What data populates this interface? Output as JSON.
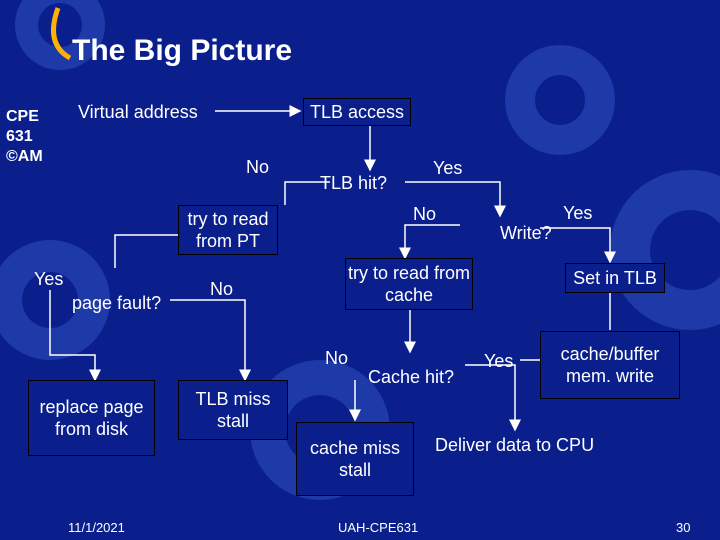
{
  "slide": {
    "title": "The Big Picture",
    "side_lines": [
      "CPE",
      "631",
      "©AM"
    ],
    "footer": {
      "date": "11/1/2021",
      "center": "UAH-CPE631",
      "page": "30"
    }
  },
  "flow": {
    "virtual_address": "Virtual address",
    "tlb_access": "TLB access",
    "tlb_hit": "TLB hit?",
    "try_read_pt": "try to read from PT",
    "write_q": "Write?",
    "try_read_cache": "try to read from cache",
    "set_in_tlb": "Set in TLB",
    "page_fault": "page fault?",
    "cache_hit": "Cache hit?",
    "cache_buffer_write": "cache/buffer mem. write",
    "replace_page": "replace page from disk",
    "tlb_miss_stall": "TLB miss stall",
    "cache_miss_stall": "cache miss stall",
    "deliver": "Deliver data to CPU",
    "labels": {
      "no_tlb": "No",
      "yes_tlb": "Yes",
      "no_write": "No",
      "yes_write": "Yes",
      "yes_fault": "Yes",
      "no_fault": "No",
      "no_cache": "No",
      "yes_cache": "Yes"
    }
  },
  "colors": {
    "background": "#0a1f8c",
    "gear": "#1d3aa8",
    "accent": "#ffb000",
    "line": "#ffffff"
  }
}
